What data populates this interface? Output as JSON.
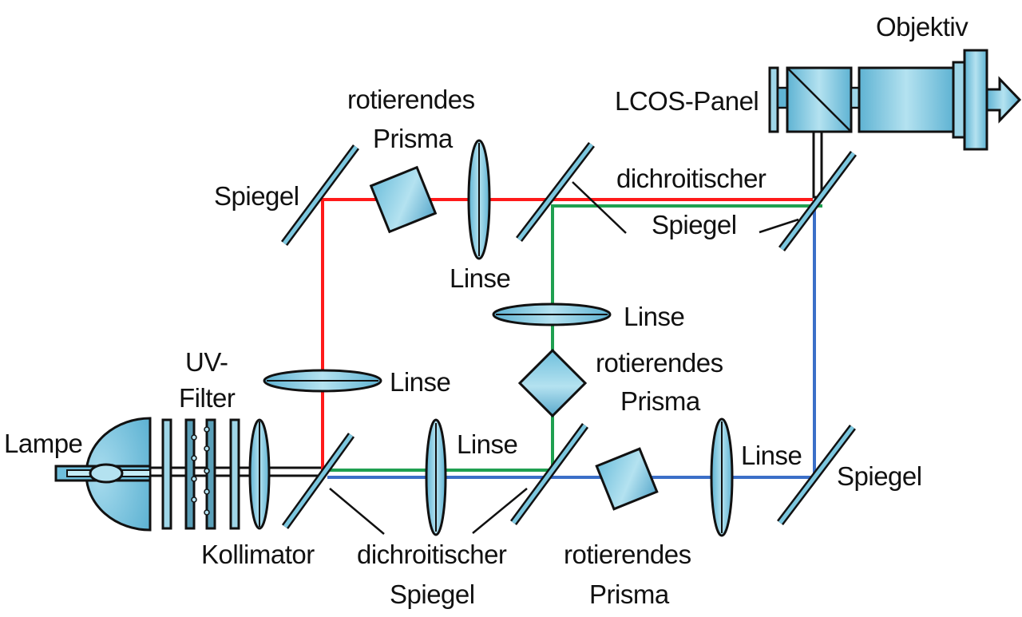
{
  "title": "LCOS-Projektor Strahlengang",
  "colors": {
    "red_beam": "#ff1a1a",
    "green_beam": "#1fa050",
    "blue_beam": "#3b6fc8",
    "component_fill": "#9fd6e8",
    "component_fill_dark": "#5fb3d3",
    "outline": "#111111"
  },
  "labels": {
    "lampe": "Lampe",
    "uv_filter_1": "UV-",
    "uv_filter_2": "Filter",
    "kollimator": "Kollimator",
    "dichro_bottom_1": "dichroitischer",
    "dichro_bottom_2": "Spiegel",
    "prisma_bottom_1": "rotierendes",
    "prisma_bottom_2": "Prisma",
    "linse_bottom_left": "Linse",
    "linse_bottom_right": "Linse",
    "spiegel_bottom_right": "Spiegel",
    "linse_mid_left": "Linse",
    "linse_mid_center": "Linse",
    "prisma_mid_1": "rotierendes",
    "prisma_mid_2": "Prisma",
    "spiegel_top_left": "Spiegel",
    "prisma_top_1": "rotierendes",
    "prisma_top_2": "Prisma",
    "linse_top": "Linse",
    "dichro_top_1": "dichroitischer",
    "dichro_top_2": "Spiegel",
    "lcos_panel": "LCOS-Panel",
    "objektiv": "Objektiv"
  }
}
